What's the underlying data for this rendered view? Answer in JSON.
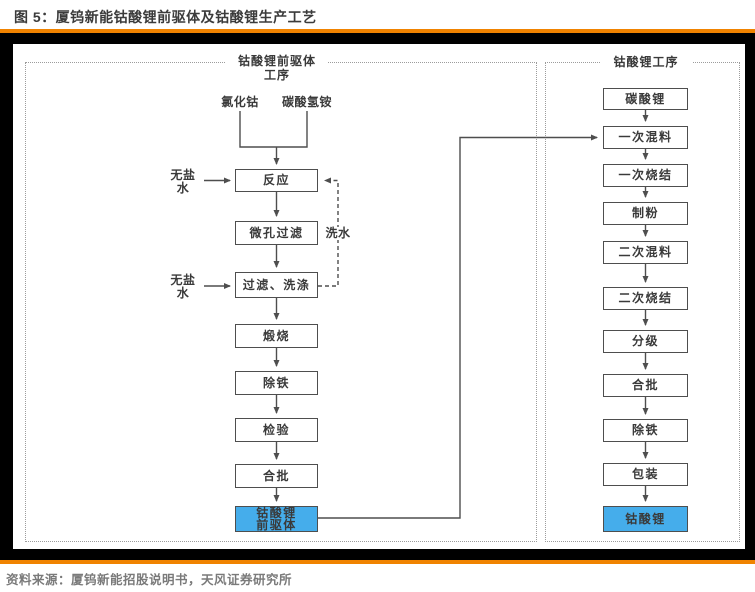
{
  "header": {
    "title": "图 5：厦钨新能钴酸锂前驱体及钴酸锂生产工艺"
  },
  "footer": {
    "source": "资料来源：厦钨新能招股说明书，天风证券研究所"
  },
  "colors": {
    "accent_orange": "#F08300",
    "node_blue": "#45ADEB",
    "line_gray": "#4E4E4E",
    "band_black": "#000000"
  },
  "diagram": {
    "precursor_section": {
      "title_line1": "钴酸锂前驱体",
      "title_line2": "工序",
      "raw_materials": [
        "氯化钴",
        "碳酸氢铵"
      ],
      "water_input_line1": "无盐",
      "water_input_line2": "水",
      "wash_water_label": "洗水",
      "steps": [
        "反应",
        "微孔过滤",
        "过滤、洗涤",
        "煅烧",
        "除铁",
        "检验",
        "合批"
      ],
      "output_line1": "钴酸锂",
      "output_line2": "前驱体"
    },
    "lco_section": {
      "title": "钴酸锂工序",
      "steps": [
        "碳酸锂",
        "一次混料",
        "一次烧结",
        "制粉",
        "二次混料",
        "二次烧结",
        "分级",
        "合批",
        "除铁",
        "包装"
      ],
      "output": "钴酸锂"
    }
  }
}
